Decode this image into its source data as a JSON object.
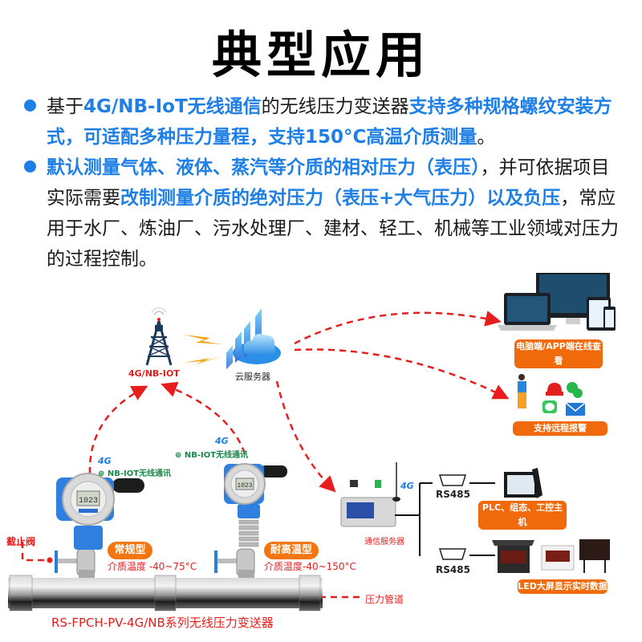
{
  "title": "典型应用",
  "bullets": [
    {
      "segments": [
        {
          "text": "基于",
          "highlight": false
        },
        {
          "text": "4G/NB-IoT无线通信",
          "highlight": true
        },
        {
          "text": "的无线压力变送器",
          "highlight": false
        },
        {
          "text": "支持多种规格螺纹安装方式，可适配多种压力量程，支持150°C高温介质测量",
          "highlight": true
        },
        {
          "text": "。",
          "highlight": false
        }
      ]
    },
    {
      "segments": [
        {
          "text": "默认测量气体、液体、蒸汽等介质的相对压力（表压）",
          "highlight": true
        },
        {
          "text": "，并可依据项目实际需要",
          "highlight": false
        },
        {
          "text": "改制测量介质的绝对压力（表压+大气压力）以及负压",
          "highlight": true
        },
        {
          "text": "，常应用于水厂、炼油厂、污水处理厂、建材、轻工、机械等工业领域对压力的过程控制。",
          "highlight": false
        }
      ]
    }
  ],
  "diagram": {
    "tower_label": "4G/NB-IOT",
    "cloud_label": "云服务器",
    "online_view_label": "电脑端/APP端在线查看",
    "alarm_label": "支持远程报警",
    "comm_server_label": "通信服务器",
    "rs485_top": "RS485",
    "rs485_bottom": "RS485",
    "plc_label": "PLC、组态、工控主机",
    "led_label": "LED大屏显示实时数据",
    "nbiot_label_1": "NB-IOT无线通讯",
    "nbiot_label_2": "NB-IOT无线通讯",
    "four_g": "4G",
    "valve_label": "截止阀",
    "pipe_label": "压力管道",
    "type_normal": "常规型",
    "type_normal_temp": "介质温度 -40~75°C",
    "type_high": "耐高温型",
    "type_high_temp": "介质温度-40~150°C",
    "product_name": "RS-FPCH-PV-4G/NB系列无线压力变送器",
    "lcd_value": "1023"
  },
  "colors": {
    "accent_blue": "#1e7fe6",
    "label_red": "#e81d1d",
    "pill_orange": "#f06a0c"
  }
}
